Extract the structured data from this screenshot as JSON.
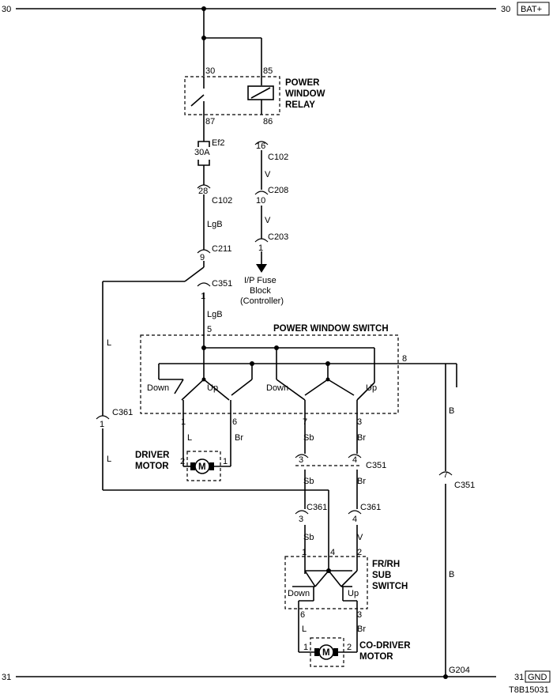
{
  "rails": {
    "top_left_num": "30",
    "top_right_num": "30",
    "top_right_label": "BAT+",
    "bottom_left_num": "31",
    "bottom_right_num": "31",
    "bottom_right_label": "GND",
    "ground_label": "G204"
  },
  "relay": {
    "title": [
      "POWER",
      "WINDOW",
      "RELAY"
    ],
    "pin30": "30",
    "pin85": "85",
    "pin87": "87",
    "pin86": "86"
  },
  "fuse": {
    "name": "Ef2",
    "rating": "30A"
  },
  "connectors": {
    "c102_28": "28",
    "c102_16": "16",
    "c102": "C102",
    "c208_10": "10",
    "c208": "C208",
    "c203_1": "1",
    "c203": "C203",
    "c211_9": "9",
    "c211": "C211",
    "c351_1": "1",
    "c351": "C351",
    "c361_left_1": "1",
    "c361": "C361",
    "c351_3": "3",
    "c351_4": "4",
    "c351_7": "7",
    "c361_3": "3",
    "c361_4": "4"
  },
  "wires": {
    "lgb": "LgB",
    "v": "V",
    "l": "L",
    "br": "Br",
    "sb": "Sb",
    "b": "B"
  },
  "fuse_block": [
    "I/P Fuse",
    "Block",
    "(Controller)"
  ],
  "pw_switch": {
    "title": "POWER WINDOW SWITCH",
    "pin5": "5",
    "pin8": "8",
    "pin1": "1",
    "pin6": "6",
    "pin7": "7",
    "pin3": "3",
    "down": "Down",
    "up": "Up"
  },
  "driver_motor": {
    "title": [
      "DRIVER",
      "MOTOR"
    ],
    "pin2": "2",
    "pin1": "1",
    "m": "M"
  },
  "sub_switch": {
    "title": [
      "FR/RH",
      "SUB",
      "SWITCH"
    ],
    "pin1": "1",
    "pin4": "4",
    "pin2": "2",
    "pin6": "6",
    "pin3": "3",
    "down": "Down",
    "up": "Up"
  },
  "codriver_motor": {
    "title": [
      "CO-DRIVER",
      "MOTOR"
    ],
    "pin1": "1",
    "pin2": "2",
    "m": "M"
  },
  "figure_id": "T8B15031"
}
